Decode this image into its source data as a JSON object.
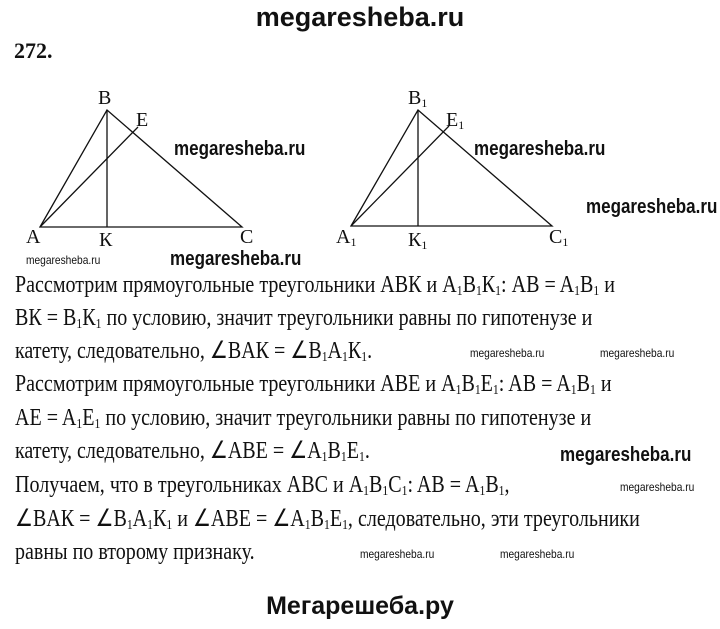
{
  "header": {
    "site": "megaresheba.ru"
  },
  "problem_number": "272.",
  "diagram": {
    "left": {
      "A": "A",
      "B": "B",
      "C": "C",
      "E": "E",
      "K": "К"
    },
    "right": {
      "A": "A",
      "B": "B",
      "C": "C",
      "E": "E",
      "K": "К",
      "sub": "1"
    }
  },
  "watermarks": {
    "big": "megaresheba.ru",
    "small": "megaresheba.ru"
  },
  "lines": [
    [
      [
        "Рассмотрим прямоугольные треугольники ABК и A",
        0
      ],
      [
        "1",
        1
      ],
      [
        "B",
        0
      ],
      [
        "1",
        1
      ],
      [
        "К",
        0
      ],
      [
        "1",
        1
      ],
      [
        ": AB = A",
        0
      ],
      [
        "1",
        1
      ],
      [
        "B",
        0
      ],
      [
        "1",
        1
      ],
      [
        " и",
        0
      ]
    ],
    [
      [
        "BК = B",
        0
      ],
      [
        "1",
        1
      ],
      [
        "К",
        0
      ],
      [
        "1",
        1
      ],
      [
        " по условию, значит треугольники равны по гипотенузе и",
        0
      ]
    ],
    [
      [
        "катету, следовательно, ∠BAК = ∠B",
        0
      ],
      [
        "1",
        1
      ],
      [
        "A",
        0
      ],
      [
        "1",
        1
      ],
      [
        "К",
        0
      ],
      [
        "1",
        1
      ],
      [
        ".",
        0
      ]
    ],
    [
      [
        "Рассмотрим прямоугольные треугольники ABE и A",
        0
      ],
      [
        "1",
        1
      ],
      [
        "B",
        0
      ],
      [
        "1",
        1
      ],
      [
        "E",
        0
      ],
      [
        "1",
        1
      ],
      [
        ": AB = A",
        0
      ],
      [
        "1",
        1
      ],
      [
        "B",
        0
      ],
      [
        "1",
        1
      ],
      [
        " и",
        0
      ]
    ],
    [
      [
        "AE = A",
        0
      ],
      [
        "1",
        1
      ],
      [
        "E",
        0
      ],
      [
        "1",
        1
      ],
      [
        " по условию, значит треугольники равны по гипотенузе и",
        0
      ]
    ],
    [
      [
        "катету, следовательно, ∠ABE = ∠A",
        0
      ],
      [
        "1",
        1
      ],
      [
        "B",
        0
      ],
      [
        "1",
        1
      ],
      [
        "E",
        0
      ],
      [
        "1",
        1
      ],
      [
        ".",
        0
      ]
    ],
    [
      [
        "Получаем, что в треугольниках ABC и A",
        0
      ],
      [
        "1",
        1
      ],
      [
        "B",
        0
      ],
      [
        "1",
        1
      ],
      [
        "C",
        0
      ],
      [
        "1",
        1
      ],
      [
        ": AB = A",
        0
      ],
      [
        "1",
        1
      ],
      [
        "B",
        0
      ],
      [
        "1",
        1
      ],
      [
        ",",
        0
      ]
    ],
    [
      [
        "∠BAК = ∠B",
        0
      ],
      [
        "1",
        1
      ],
      [
        "A",
        0
      ],
      [
        "1",
        1
      ],
      [
        "К",
        0
      ],
      [
        "1",
        1
      ],
      [
        " и ∠ABE = ∠A",
        0
      ],
      [
        "1",
        1
      ],
      [
        "B",
        0
      ],
      [
        "1",
        1
      ],
      [
        "E",
        0
      ],
      [
        "1",
        1
      ],
      [
        ", следовательно, эти треугольники",
        0
      ]
    ],
    [
      [
        "равны по второму признаку.",
        0
      ]
    ]
  ],
  "footer": {
    "site": "Мегарешеба.ру"
  }
}
